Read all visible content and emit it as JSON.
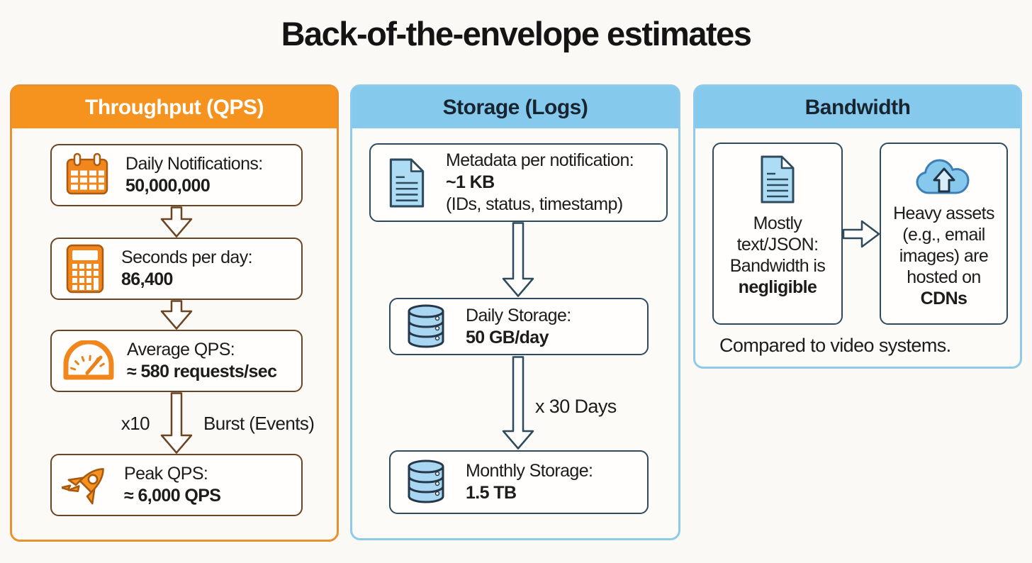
{
  "title": "Back-of-the-envelope estimates",
  "colors": {
    "orange_header": "#F6921E",
    "orange_panel_border": "#E8922F",
    "brown_outline": "#6B4423",
    "blue_header": "#85C9EC",
    "blue_panel_border": "#8FCBE9",
    "slate_outline": "#2E4B5E",
    "icon_blue_fill": "#A9D7F1",
    "icon_orange_fill": "#F0861C",
    "text": "#1C1C1C"
  },
  "columns": {
    "throughput": {
      "header": "Throughput (QPS)",
      "steps": [
        {
          "icon": "calendar-icon",
          "label": "Daily Notifications:",
          "value": "50,000,000"
        },
        {
          "icon": "calculator-icon",
          "label": "Seconds per day:",
          "value": "86,400"
        },
        {
          "icon": "gauge-icon",
          "label": "Average QPS:",
          "value": "≈ 580 requests/sec"
        },
        {
          "icon": "rocket-icon",
          "label": "Peak QPS:",
          "value": "≈ 6,000 QPS"
        }
      ],
      "burst_left_label": "x10",
      "burst_right_label": "Burst (Events)"
    },
    "storage": {
      "header": "Storage (Logs)",
      "steps": [
        {
          "icon": "document-icon",
          "label": "Metadata per notification:",
          "value": "~1 KB",
          "note": "(IDs, status, timestamp)"
        },
        {
          "icon": "database-icon",
          "label": "Daily Storage:",
          "value": "50 GB/day"
        },
        {
          "icon": "database-icon",
          "label": "Monthly Storage:",
          "value": "1.5 TB"
        }
      ],
      "multiplier_label": "x 30 Days"
    },
    "bandwidth": {
      "header": "Bandwidth",
      "left_box": {
        "icon": "document-icon",
        "lines": [
          "Mostly",
          "text/JSON:",
          "Bandwidth is"
        ],
        "bold_line": "negligible"
      },
      "right_box": {
        "icon": "cloud-upload-icon",
        "lines": [
          "Heavy assets",
          "(e.g., email",
          "images) are",
          "hosted on"
        ],
        "bold_line": "CDNs"
      },
      "footnote": "Compared to video systems."
    }
  }
}
